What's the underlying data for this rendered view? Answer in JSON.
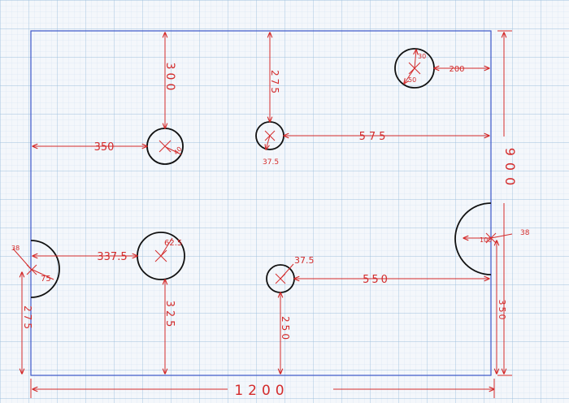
{
  "colors": {
    "paper": "#f4f7fb",
    "grid_minor": "#cfe0ef",
    "grid_major": "#9fc0dd",
    "outline": "#3b55c9",
    "dimension": "#d32b2b",
    "hole": "#111111"
  },
  "plate": {
    "width_label": "1200",
    "height_label": "900"
  },
  "labels": {
    "d_300": "300",
    "d_275": "275",
    "d_350": "350",
    "d_575": "575",
    "d_200": "200",
    "d_3375": "337.5",
    "d_325": "325",
    "d_550": "550",
    "d_250": "250",
    "d_275b": "275",
    "d_350r": "350",
    "r_40": "40",
    "r_30": "30",
    "r_50": "50",
    "r_375a": "37.5",
    "r_375b": "37.5",
    "r_625": "62.5",
    "r_75": "75",
    "r_100": "100",
    "h_38l": "38",
    "h_38r": "38"
  }
}
